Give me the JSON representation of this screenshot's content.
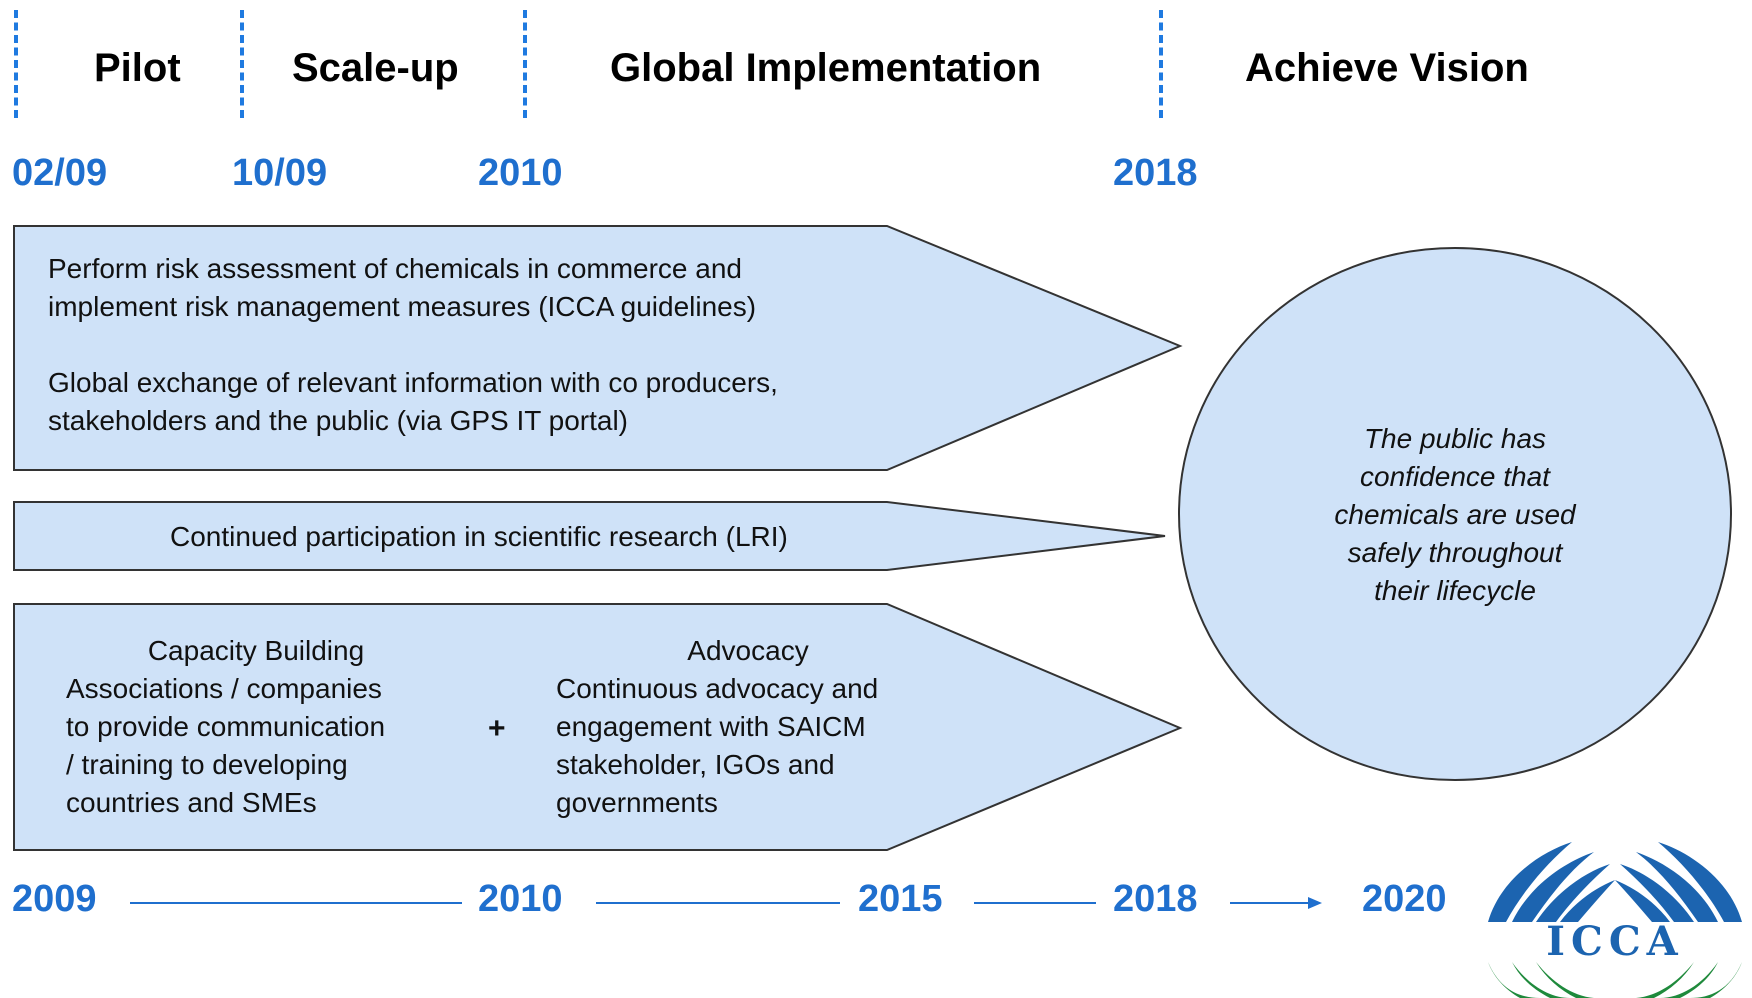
{
  "phases": {
    "pilot": "Pilot",
    "scale_up": "Scale-up",
    "global": "Global Implementation",
    "vision": "Achieve Vision"
  },
  "dates": {
    "d1": "02/09",
    "d2": "10/09",
    "d3": "2010",
    "d4": "2018"
  },
  "arrow1": {
    "line1": "Perform risk assessment of chemicals in commerce and",
    "line2": "implement risk management measures (ICCA guidelines)",
    "line3": "Global exchange of relevant information with co producers,",
    "line4": "stakeholders and the public (via GPS IT portal)"
  },
  "arrow2": {
    "text": "Continued participation in scientific research (LRI)"
  },
  "arrow3": {
    "left_title": "Capacity Building",
    "left_l1": "Associations / companies",
    "left_l2": "to provide communication",
    "left_l3": "/ training to developing",
    "left_l4": "countries and SMEs",
    "plus": "+",
    "right_title": "Advocacy",
    "right_l1": "Continuous advocacy and",
    "right_l2": "engagement with SAICM",
    "right_l3": "stakeholder, IGOs and",
    "right_l4": "governments"
  },
  "vision_circle": {
    "l1": "The public has",
    "l2": "confidence that",
    "l3": "chemicals are used",
    "l4": "safely throughout",
    "l5": "their lifecycle"
  },
  "timeline": {
    "y2009": "2009",
    "y2010": "2010",
    "y2015": "2015",
    "y2018": "2018",
    "y2020": "2020"
  },
  "logo": {
    "text": "ICCA"
  },
  "colors": {
    "accent": "#1f6fce",
    "shape_fill": "#cfe2f8",
    "logo_blue": "#1c64b0",
    "logo_green": "#1f8a3c"
  }
}
